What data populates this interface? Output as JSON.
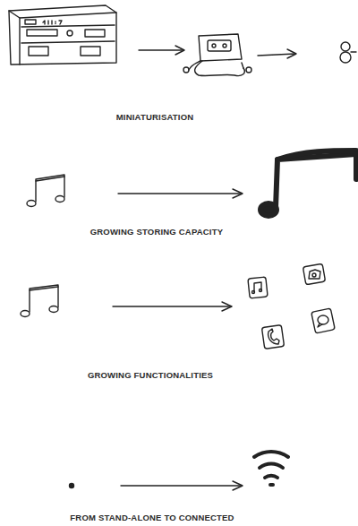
{
  "diagram": {
    "labels": [
      "MINIATURISATION",
      "GROWING STORING CAPACITY",
      "GROWING FUNCTIONALITIES",
      "FROM STAND-ALONE TO CONNECTED"
    ]
  }
}
